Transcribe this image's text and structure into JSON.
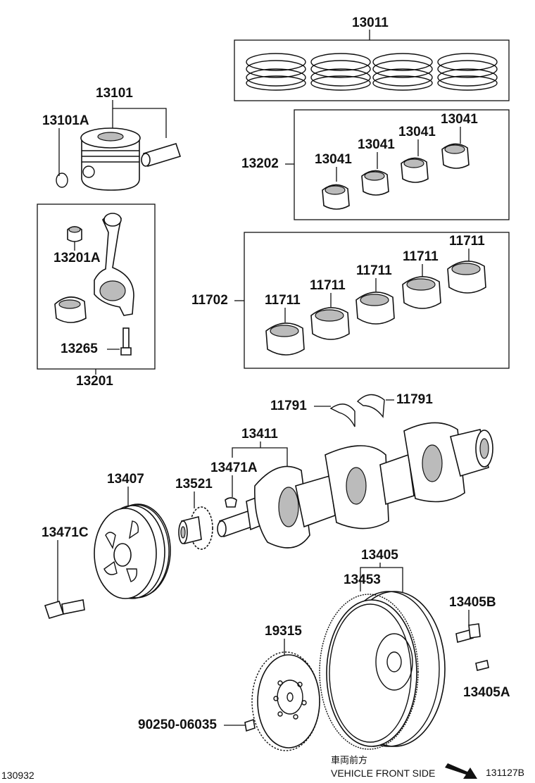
{
  "diagram": {
    "part_numbers": {
      "p13011": "13011",
      "p13101": "13101",
      "p13101A": "13101A",
      "p13202": "13202",
      "p13041_1": "13041",
      "p13041_2": "13041",
      "p13041_3": "13041",
      "p13041_4": "13041",
      "p13201A": "13201A",
      "p13265": "13265",
      "p13201": "13201",
      "p11702": "11702",
      "p11711_1": "11711",
      "p11711_2": "11711",
      "p11711_3": "11711",
      "p11711_4": "11711",
      "p11711_5": "11711",
      "p11791_left": "11791",
      "p11791_right": "11791",
      "p13411": "13411",
      "p13407": "13407",
      "p13521": "13521",
      "p13471A": "13471A",
      "p13471C": "13471C",
      "p13405": "13405",
      "p13453": "13453",
      "p13405B": "13405B",
      "p19315": "19315",
      "p13405A": "13405A",
      "p90250": "90250-06035"
    },
    "footer": {
      "left_code": "130932",
      "right_code": "131127B",
      "front_jp": "車両前方",
      "front_en": "VEHICLE FRONT SIDE"
    }
  }
}
